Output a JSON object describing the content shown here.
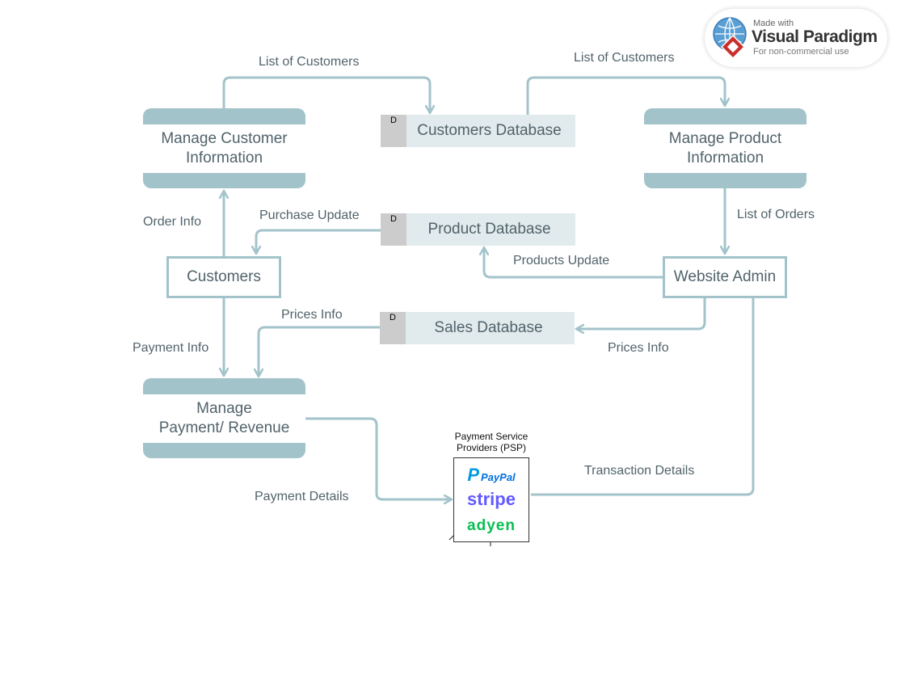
{
  "diagram": {
    "processes": [
      {
        "id": "manage_customer",
        "line1": "Manage Customer",
        "line2": "Information"
      },
      {
        "id": "manage_product",
        "line1": "Manage Product",
        "line2": "Information"
      },
      {
        "id": "manage_payment",
        "line1": "Manage",
        "line2": "Payment/ Revenue"
      }
    ],
    "entities": [
      {
        "id": "customers",
        "label": "Customers"
      },
      {
        "id": "website_admin",
        "label": "Website Admin"
      }
    ],
    "data_stores": [
      {
        "id": "customers_db",
        "store_id": "D",
        "name": "Customers Database"
      },
      {
        "id": "product_db",
        "store_id": "D",
        "name": "Product Database"
      },
      {
        "id": "sales_db",
        "store_id": "D",
        "name": "Sales Database"
      }
    ],
    "flows": [
      {
        "id": "f_list_customers_1",
        "label": "List of Customers"
      },
      {
        "id": "f_list_customers_2",
        "label": "List of Customers"
      },
      {
        "id": "f_order_info",
        "label": "Order Info"
      },
      {
        "id": "f_purchase_update",
        "label": "Purchase Update"
      },
      {
        "id": "f_list_orders",
        "label": "List of Orders"
      },
      {
        "id": "f_products_update",
        "label": "Products Update"
      },
      {
        "id": "f_prices_info_1",
        "label": "Prices Info"
      },
      {
        "id": "f_payment_info",
        "label": "Payment Info"
      },
      {
        "id": "f_prices_info_2",
        "label": "Prices Info"
      },
      {
        "id": "f_transaction_details",
        "label": "Transaction Details"
      },
      {
        "id": "f_payment_details",
        "label": "Payment Details"
      }
    ],
    "psp": {
      "title_line1": "Payment Service",
      "title_line2": "Providers (PSP)",
      "logos": [
        "PayPal",
        "stripe",
        "adyen"
      ]
    },
    "colors": {
      "connector": "#a3c3cb",
      "text": "#51636b",
      "store_fill": "#e1eaec",
      "store_id_fill": "#cccccc"
    }
  },
  "watermark": {
    "made_with": "Made with",
    "brand": "Visual Paradigm",
    "note": "For non-commercial use"
  }
}
